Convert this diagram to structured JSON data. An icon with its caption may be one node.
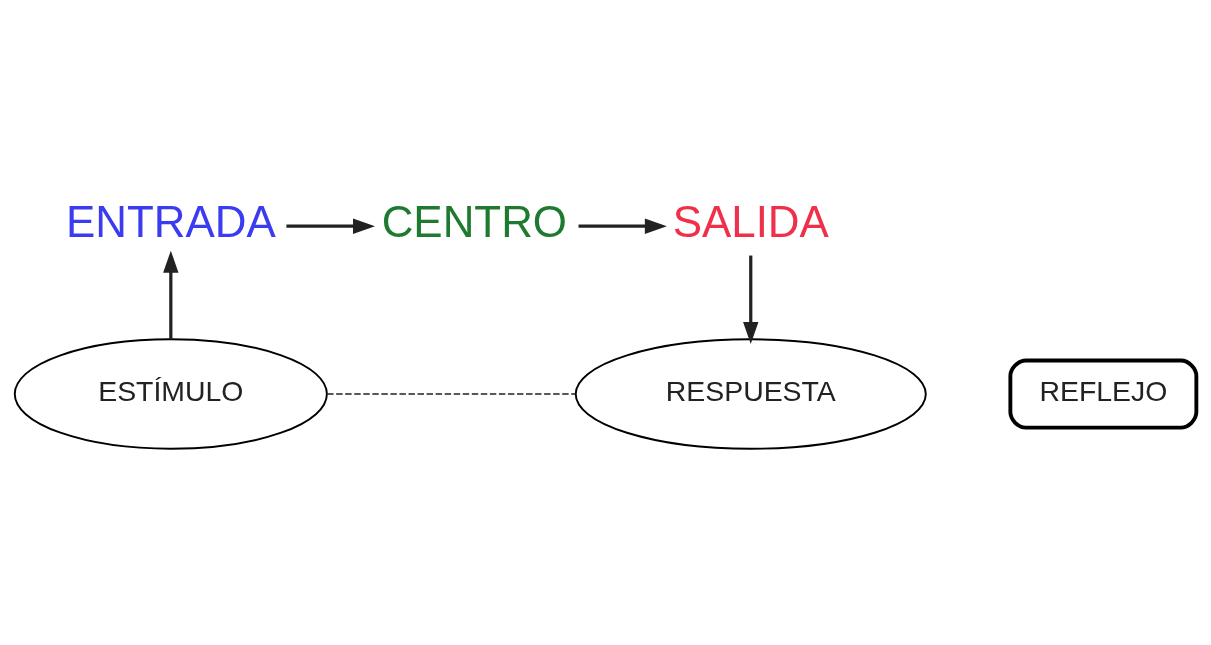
{
  "diagram": {
    "nodes": [
      {
        "text": [
          "ENTRADA"
        ]
      },
      {
        "text": [
          "CENTRO"
        ]
      },
      {
        "text": [
          "SALIDA"
        ]
      },
      {
        "text": [
          "ESTÍMULO"
        ]
      },
      {
        "text": [
          "RESPUESTA"
        ]
      },
      {
        "text": [
          "REFLEJO"
        ]
      }
    ],
    "edges": [
      {
        "from": 0,
        "to": 1,
        "arrow": "to"
      },
      {
        "from": 1,
        "to": 2,
        "arrow": "to"
      },
      {
        "from": 3,
        "to": 0,
        "arrow": "to"
      },
      {
        "from": 2,
        "to": 4,
        "arrow": "to"
      },
      {
        "from": 3,
        "to": 4,
        "arrow": "none",
        "style": "dashed"
      }
    ]
  }
}
